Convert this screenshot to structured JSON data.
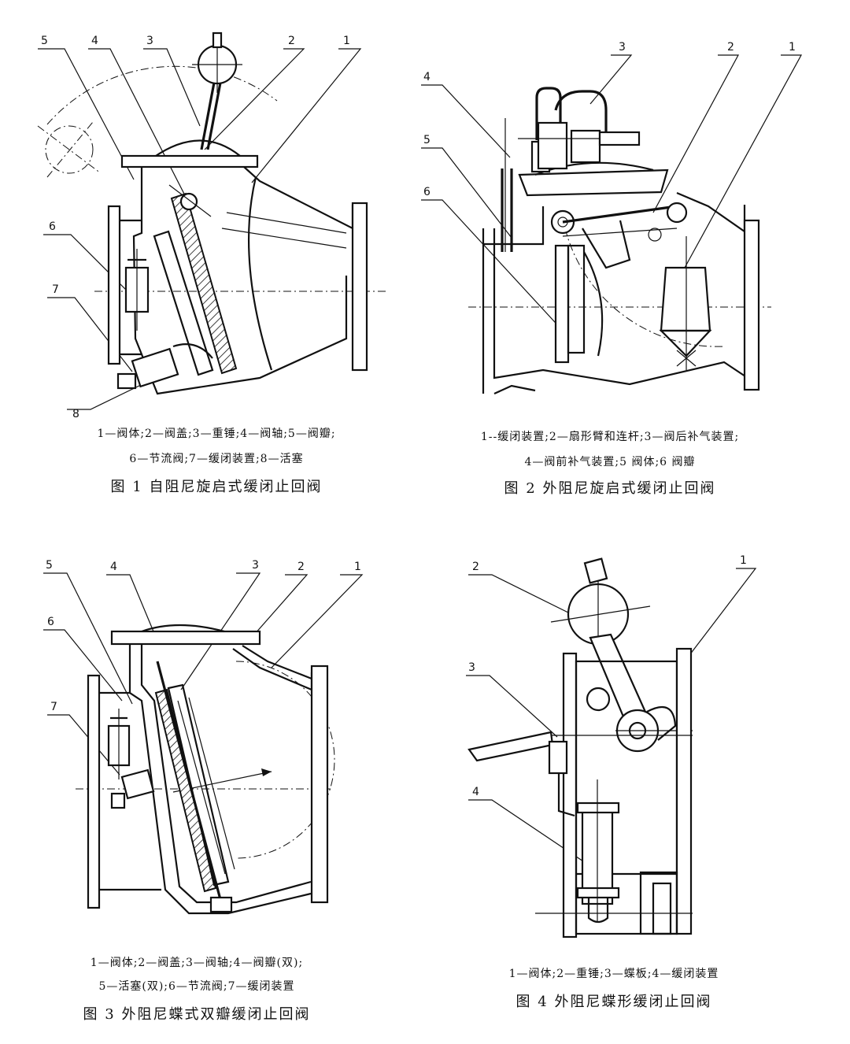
{
  "figures": [
    {
      "id": "fig1",
      "callouts": [
        "5",
        "4",
        "3",
        "2",
        "1",
        "6",
        "7",
        "8"
      ],
      "legend_line1": "1—阀体;2—阀盖;3—重锤;4—阀轴;5—阀瓣;",
      "legend_line2": "6—节流阀;7—缓闭装置;8—活塞",
      "title": "图 1   自阻尼旋启式缓闭止回阀"
    },
    {
      "id": "fig2",
      "callouts": [
        "3",
        "2",
        "1",
        "4",
        "5",
        "6"
      ],
      "legend_line1": "1--缓闭装置;2—扇形臂和连杆;3—阀后补气装置;",
      "legend_line2": "4—阀前补气装置;5  阀体;6  阀瓣",
      "title": "图 2   外阻尼旋启式缓闭止回阀"
    },
    {
      "id": "fig3",
      "callouts": [
        "5",
        "4",
        "3",
        "2",
        "1",
        "6",
        "7"
      ],
      "legend_line1": "1—阀体;2—阀盖;3—阀轴;4—阀瓣(双);",
      "legend_line2": "5—活塞(双);6—节流阀;7—缓闭装置",
      "title": "图 3   外阻尼蝶式双瓣缓闭止回阀"
    },
    {
      "id": "fig4",
      "callouts": [
        "2",
        "1",
        "3",
        "4"
      ],
      "legend_line1": "1—阀体;2—重锤;3—蝶板;4—缓闭装置",
      "title": "图 4   外阻尼蝶形缓闭止回阀"
    }
  ]
}
